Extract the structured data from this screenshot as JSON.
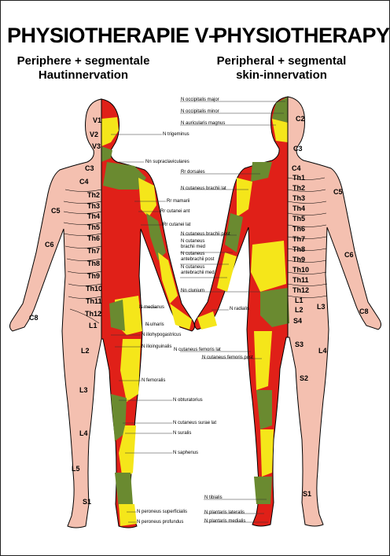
{
  "header": {
    "title_de": "PHYSIOTHERAPIE V",
    "dash": "–",
    "title_en": "PHYSIOTHERAPY V",
    "subtitle_de": [
      "Periphere + segmentale",
      "Hautinnervation"
    ],
    "subtitle_en": [
      "Peripheral + segmental",
      "skin-innervation"
    ]
  },
  "nerves_front": [
    "N trigeminus",
    "Nn supraclaviculares",
    "Rr mamarii",
    "Rr cutanei ant",
    "Rr cutanei lat",
    "N medianus",
    "N ulnaris",
    "N iliohypogastricus",
    "N ilioinguinalis",
    "N femoralis",
    "N obturatorius",
    "N cutaneus surae lat",
    "N suralis",
    "N saphenus",
    "N peroneus superficialis",
    "N peroneus profundus"
  ],
  "nerves_back": [
    "N occipitalis major",
    "N occipitalis minor",
    "N auricularis magnus",
    "Rr dorsales",
    "N cutaneus brachii lat",
    "N cutaneus brachii post",
    "N cutaneus brachii med",
    "N cutaneus antebrachii post",
    "N cutaneus antebrachii med",
    "Nn clunium",
    "N radialis",
    "N cutaneus femoris lat",
    "N cutaneus femoris post",
    "N tibialis",
    "N plantaris lateralis",
    "N plantaris medialis"
  ],
  "segments_front": [
    "V1",
    "V2",
    "V3",
    "C3",
    "C4",
    "C5",
    "C6",
    "Th2",
    "Th3",
    "Th4",
    "Th5",
    "Th6",
    "Th7",
    "Th8",
    "Th9",
    "Th10",
    "Th11",
    "Th12",
    "L1",
    "L2",
    "L3",
    "L4",
    "L5",
    "C8",
    "S1"
  ],
  "segments_back": [
    "C2",
    "C3",
    "C4",
    "C5",
    "C6",
    "Th1",
    "Th2",
    "Th3",
    "Th4",
    "Th5",
    "Th6",
    "Th7",
    "Th8",
    "Th9",
    "Th10",
    "Th11",
    "Th12",
    "L1",
    "L2",
    "L3",
    "L4",
    "S3",
    "S2",
    "S1",
    "C8",
    "S4"
  ],
  "colors": {
    "skin": "#f4c0b0",
    "red": "#e02018",
    "yellow": "#f5e61a",
    "green": "#6a8a30",
    "outline": "#000000"
  }
}
